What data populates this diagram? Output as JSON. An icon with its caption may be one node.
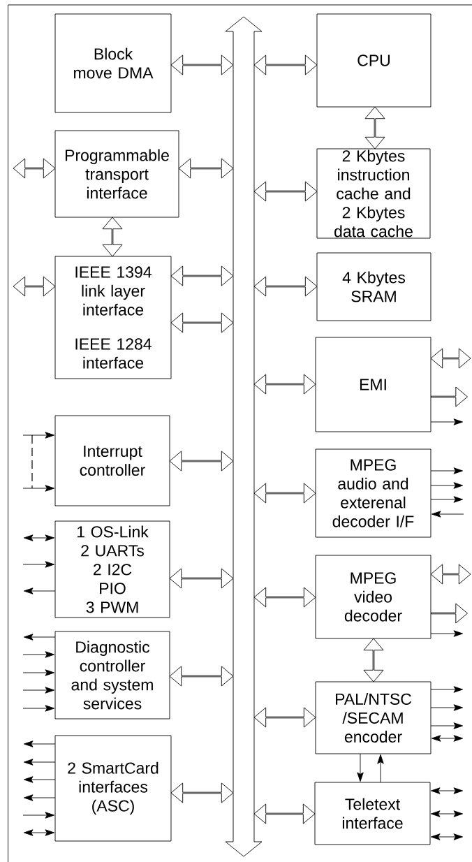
{
  "diagram": {
    "nodes": [
      {
        "text": [
          "Block move DMA"
        ]
      },
      {
        "text": [
          "CPU"
        ]
      },
      {
        "text": [
          "Programmable transport interface"
        ]
      },
      {
        "text": [
          "2 Kbytes instruction cache and 2 Kbytes data cache"
        ]
      },
      {
        "text": [
          "IEEE 1394 link layer interface",
          "IEEE 1284 interface"
        ]
      },
      {
        "text": [
          "4 Kbytes SRAM"
        ]
      },
      {
        "text": [
          "EMI"
        ]
      },
      {
        "text": [
          "Interrupt controller"
        ]
      },
      {
        "text": [
          "MPEG audio and exterenal decoder I/F"
        ]
      },
      {
        "text": [
          "1 OS-Link",
          "2 UARTs",
          "2 I2C",
          "PIO",
          "3 PWM"
        ]
      },
      {
        "text": [
          "MPEG video decoder"
        ]
      },
      {
        "text": [
          "Diagnostic controller and system services"
        ]
      },
      {
        "text": [
          "PAL/NTSC /SECAM encoder"
        ]
      },
      {
        "text": [
          "2 SmartCard interfaces (ASC)"
        ]
      },
      {
        "text": [
          "Teletext interface"
        ]
      },
      {
        "text": [],
        "shape": "bar"
      }
    ],
    "edges": [
      {
        "from": 0,
        "to": 15,
        "arrow": "both",
        "style": "thick"
      },
      {
        "from": 15,
        "to": 1,
        "arrow": "both",
        "style": "thick"
      },
      {
        "from": 1,
        "to": 3,
        "arrow": "both",
        "style": "thick"
      },
      {
        "from": 2,
        "to": 15,
        "arrow": "both",
        "style": "thick"
      },
      {
        "from": 2,
        "to": null,
        "arrow": "both",
        "style": "thick"
      },
      {
        "from": 15,
        "to": 3,
        "arrow": "both",
        "style": "thick"
      },
      {
        "from": 2,
        "to": 4,
        "arrow": "both",
        "style": "thick"
      },
      {
        "from": 4,
        "to": 15,
        "arrow": "both",
        "style": "thick"
      },
      {
        "from": 4,
        "to": null,
        "arrow": "both",
        "style": "thick"
      },
      {
        "from": 15,
        "to": 5,
        "arrow": "both",
        "style": "thick"
      },
      {
        "from": 4,
        "to": 15,
        "arrow": "both",
        "style": "thick"
      },
      {
        "from": 15,
        "to": 6,
        "arrow": "both",
        "style": "thick"
      },
      {
        "from": 6,
        "to": null,
        "arrow": "both",
        "style": "thick"
      },
      {
        "from": 6,
        "to": null,
        "arrow": "to",
        "style": "thick"
      },
      {
        "from": 6,
        "to": null,
        "arrow": "to"
      },
      {
        "from": null,
        "to": 7,
        "arrow": "to"
      },
      {
        "from": null,
        "to": 7,
        "arrow": "to"
      },
      {
        "from": 7,
        "to": 15,
        "arrow": "both",
        "style": "thick"
      },
      {
        "from": 15,
        "to": 8,
        "arrow": "both",
        "style": "thick"
      },
      {
        "from": 8,
        "to": null,
        "arrow": "to"
      },
      {
        "from": 8,
        "to": null,
        "arrow": "to"
      },
      {
        "from": 8,
        "to": null,
        "arrow": "to"
      },
      {
        "from": null,
        "to": 8,
        "arrow": "to"
      },
      {
        "from": 9,
        "to": null,
        "arrow": "both"
      },
      {
        "from": null,
        "to": 9,
        "arrow": "to"
      },
      {
        "from": 9,
        "to": null,
        "arrow": "to"
      },
      {
        "from": 9,
        "to": 15,
        "arrow": "both",
        "style": "thick"
      },
      {
        "from": 15,
        "to": 10,
        "arrow": "both",
        "style": "thick"
      },
      {
        "from": 10,
        "to": null,
        "arrow": "both",
        "style": "thick"
      },
      {
        "from": 10,
        "to": null,
        "arrow": "to",
        "style": "thick"
      },
      {
        "from": 10,
        "to": null,
        "arrow": "to"
      },
      {
        "from": 10,
        "to": 12,
        "arrow": "both",
        "style": "thick"
      },
      {
        "from": 11,
        "to": null,
        "arrow": "to"
      },
      {
        "from": null,
        "to": 11,
        "arrow": "to"
      },
      {
        "from": null,
        "to": 11,
        "arrow": "to"
      },
      {
        "from": null,
        "to": 11,
        "arrow": "to"
      },
      {
        "from": null,
        "to": 11,
        "arrow": "to"
      },
      {
        "from": 11,
        "to": 15,
        "arrow": "both",
        "style": "thick"
      },
      {
        "from": 15,
        "to": 12,
        "arrow": "both",
        "style": "thick"
      },
      {
        "from": 12,
        "to": null,
        "arrow": "to"
      },
      {
        "from": 12,
        "to": null,
        "arrow": "to"
      },
      {
        "from": 12,
        "to": null,
        "arrow": "to"
      },
      {
        "from": 12,
        "to": null,
        "arrow": "both"
      },
      {
        "from": 12,
        "to": 14,
        "arrow": "to"
      },
      {
        "from": 14,
        "to": 12,
        "arrow": "to"
      },
      {
        "from": 13,
        "to": null,
        "arrow": "to"
      },
      {
        "from": 13,
        "to": null,
        "arrow": "to"
      },
      {
        "from": 13,
        "to": null,
        "arrow": "to"
      },
      {
        "from": 13,
        "to": null,
        "arrow": "to"
      },
      {
        "from": null,
        "to": 13,
        "arrow": "to"
      },
      {
        "from": 13,
        "to": null,
        "arrow": "both"
      },
      {
        "from": 13,
        "to": 15,
        "arrow": "both",
        "style": "thick"
      },
      {
        "from": 15,
        "to": 14,
        "arrow": "both",
        "style": "thick"
      },
      {
        "from": 14,
        "to": null,
        "arrow": "both"
      },
      {
        "from": 14,
        "to": null,
        "arrow": "both"
      },
      {
        "from": 14,
        "to": null,
        "arrow": "both"
      }
    ]
  }
}
